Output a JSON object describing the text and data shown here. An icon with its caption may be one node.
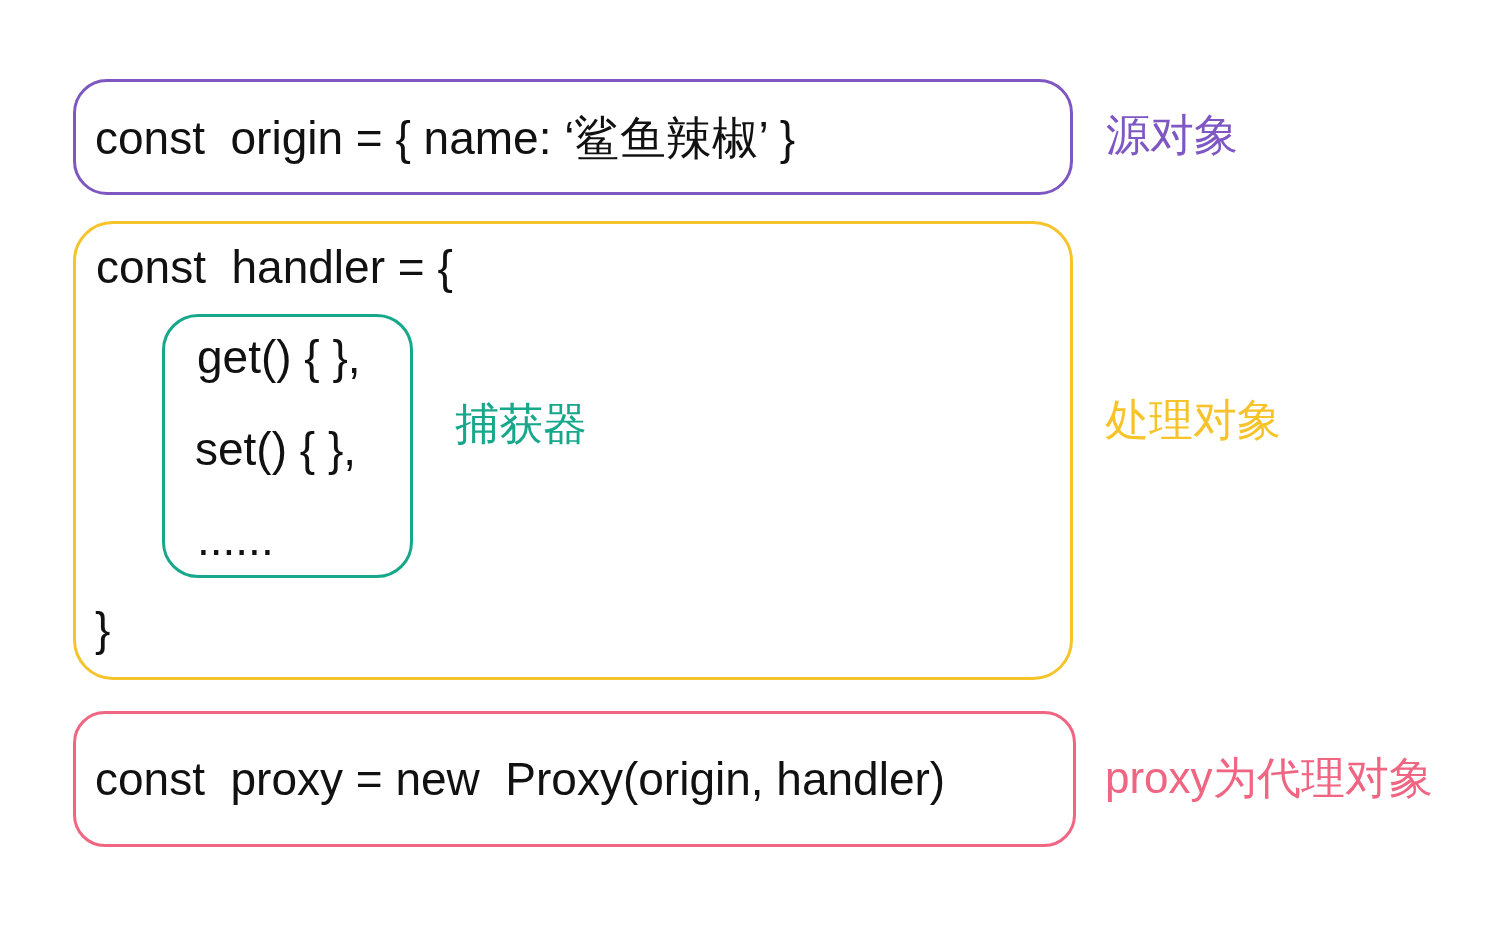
{
  "diagram": {
    "nodes": [
      {
        "text": [
          "const  origin = { name: ‘鲨鱼辣椒’ }"
        ],
        "beside": [
          "源对象"
        ]
      },
      {
        "text": [
          "const  handler = {",
          "}"
        ],
        "beside": [
          "处理对象"
        ]
      },
      {
        "text": [
          "get() { },",
          "set() { },",
          "......"
        ],
        "in": 1,
        "beside": [
          "捕获器"
        ]
      },
      {
        "text": [
          "const  proxy = new  Proxy(origin, handler)"
        ],
        "beside": [
          "proxy为代理对象"
        ]
      }
    ]
  }
}
